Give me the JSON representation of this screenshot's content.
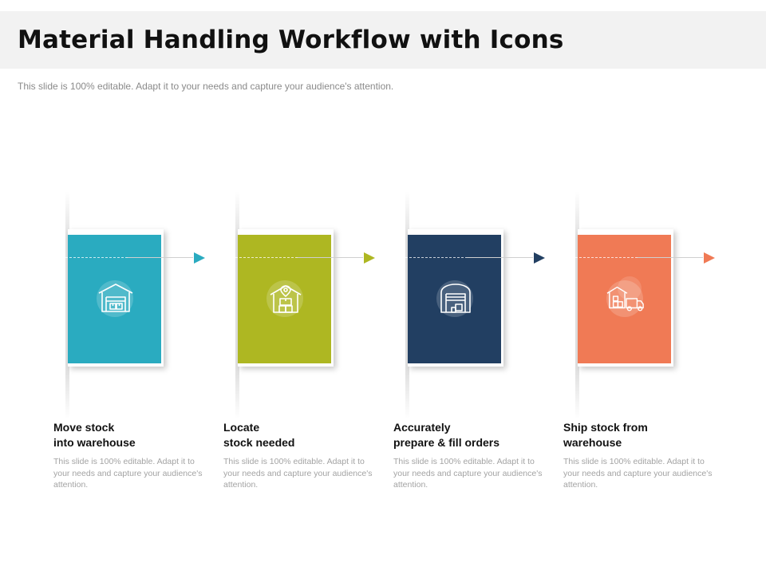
{
  "header": {
    "title": "Material Handling Workflow with Icons",
    "subtitle": "This slide is 100% editable. Adapt it to your needs and capture your audience's attention."
  },
  "steps": [
    {
      "title_line1": "Move stock",
      "title_line2": "into warehouse",
      "description": "This slide is 100% editable. Adapt it to your needs and capture your audience's attention.",
      "color": "#2aabc0",
      "icon": "warehouse-icon"
    },
    {
      "title_line1": "Locate",
      "title_line2": "stock needed",
      "description": "This slide is 100% editable. Adapt it to your needs and capture your audience's attention.",
      "color": "#aeb722",
      "icon": "warehouse-location-icon"
    },
    {
      "title_line1": "Accurately",
      "title_line2": "prepare & fill orders",
      "description": "This slide is 100% editable. Adapt it to your needs and capture your audience's attention.",
      "color": "#223f62",
      "icon": "warehouse-door-icon"
    },
    {
      "title_line1": "Ship stock from",
      "title_line2": "warehouse",
      "description": "This slide is 100% editable. Adapt it to your needs and capture your audience's attention.",
      "color": "#f07a55",
      "icon": "delivery-truck-icon"
    }
  ]
}
